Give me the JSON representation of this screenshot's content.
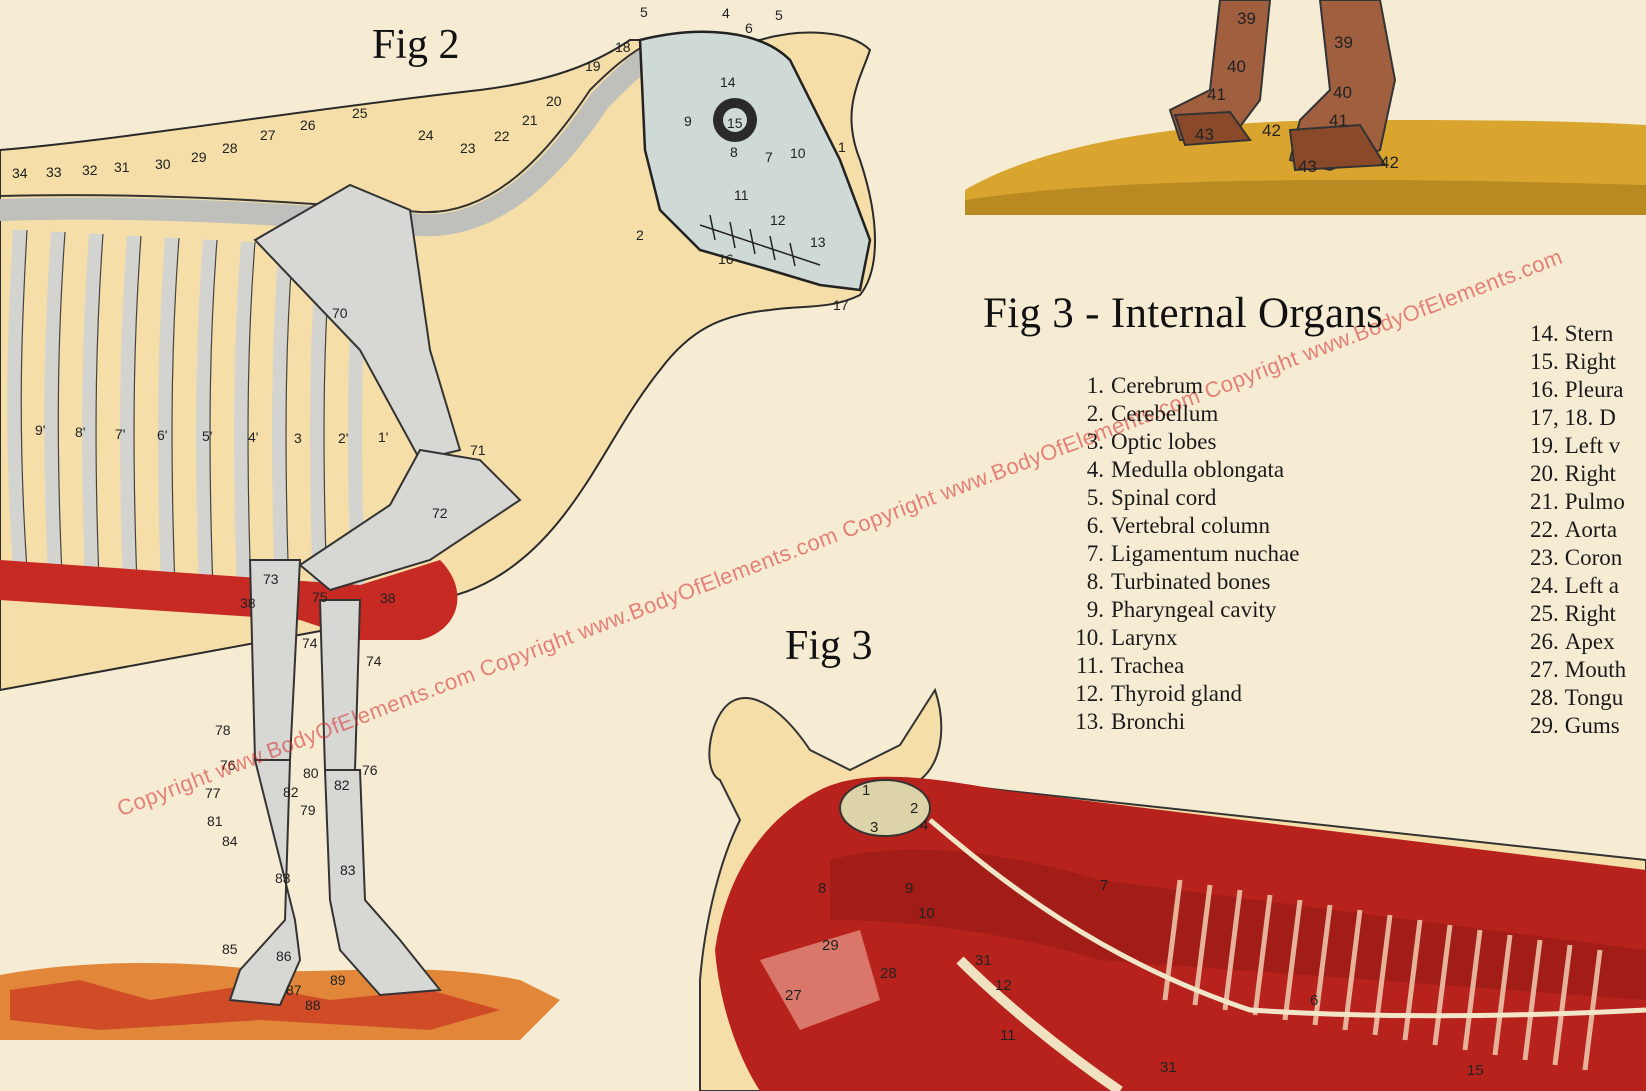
{
  "figures": {
    "fig2_title": "Fig 2",
    "fig3_title": "Fig 3",
    "organs_title": "Fig 3 - Internal Organs"
  },
  "legend_left": [
    {
      "num": "1.",
      "label": "Cerebrum"
    },
    {
      "num": "2.",
      "label": "Cerebellum"
    },
    {
      "num": "3.",
      "label": "Optic lobes"
    },
    {
      "num": "4.",
      "label": "Medulla oblongata"
    },
    {
      "num": "5.",
      "label": "Spinal cord"
    },
    {
      "num": "6.",
      "label": "Vertebral column"
    },
    {
      "num": "7.",
      "label": "Ligamentum nuchae"
    },
    {
      "num": "8.",
      "label": "Turbinated bones"
    },
    {
      "num": "9.",
      "label": "Pharyngeal cavity"
    },
    {
      "num": "10.",
      "label": "Larynx"
    },
    {
      "num": "11.",
      "label": "Trachea"
    },
    {
      "num": "12.",
      "label": "Thyroid gland"
    },
    {
      "num": "13.",
      "label": "Bronchi"
    }
  ],
  "legend_right": [
    {
      "num": "14.",
      "label": "Stern"
    },
    {
      "num": "15.",
      "label": "Right"
    },
    {
      "num": "16.",
      "label": "Pleura"
    },
    {
      "num": "17, 18.",
      "label": "D"
    },
    {
      "num": "19.",
      "label": "Left v"
    },
    {
      "num": "20.",
      "label": "Right"
    },
    {
      "num": "21.",
      "label": "Pulmo"
    },
    {
      "num": "22.",
      "label": "Aorta"
    },
    {
      "num": "23.",
      "label": "Coron"
    },
    {
      "num": "24.",
      "label": "Left a"
    },
    {
      "num": "25.",
      "label": "Right"
    },
    {
      "num": "26.",
      "label": "Apex"
    },
    {
      "num": "27.",
      "label": "Mouth"
    },
    {
      "num": "28.",
      "label": "Tongu"
    },
    {
      "num": "29.",
      "label": "Gums"
    }
  ],
  "watermark": "Copyright www.BodyOfElements.com Copyright www.BodyOfElements.com Copyright www.BodyOfElements.com Copyright www.BodyOfElements.com",
  "fig2_labels": {
    "vertebrae": [
      "34",
      "33",
      "32",
      "31",
      "30",
      "29",
      "28",
      "27",
      "26",
      "25",
      "24",
      "23",
      "22",
      "21",
      "20",
      "19",
      "18"
    ],
    "ribs": [
      "9'",
      "8'",
      "7'",
      "6'",
      "5'",
      "4'",
      "3",
      "2'",
      "1'"
    ],
    "skull": [
      "5",
      "4",
      "6",
      "5",
      "14",
      "15",
      "8",
      "7",
      "10",
      "1",
      "11",
      "12",
      "13",
      "16",
      "9",
      "2",
      "17"
    ],
    "limb": [
      "70",
      "71",
      "72",
      "73",
      "75",
      "38",
      "38",
      "74",
      "74",
      "78",
      "76",
      "77",
      "81",
      "84",
      "80",
      "82",
      "79",
      "83",
      "83",
      "85",
      "86",
      "87",
      "88",
      "89",
      "76",
      "82"
    ]
  },
  "fig3_labels": [
    "1",
    "2",
    "3",
    "4",
    "7",
    "8",
    "9",
    "10",
    "27",
    "28",
    "29",
    "31",
    "12",
    "11",
    "6",
    "15",
    "31"
  ],
  "fig_top_labels": [
    "39",
    "39",
    "40",
    "40",
    "41",
    "41",
    "42",
    "42",
    "43",
    "43"
  ],
  "colors": {
    "background": "#f6ecd4",
    "silhouette": "#f5dea8",
    "bone": "#d7d8d3",
    "muscle": "#b8221c",
    "ground": "#d9a52e",
    "watermark": "#d72828"
  }
}
